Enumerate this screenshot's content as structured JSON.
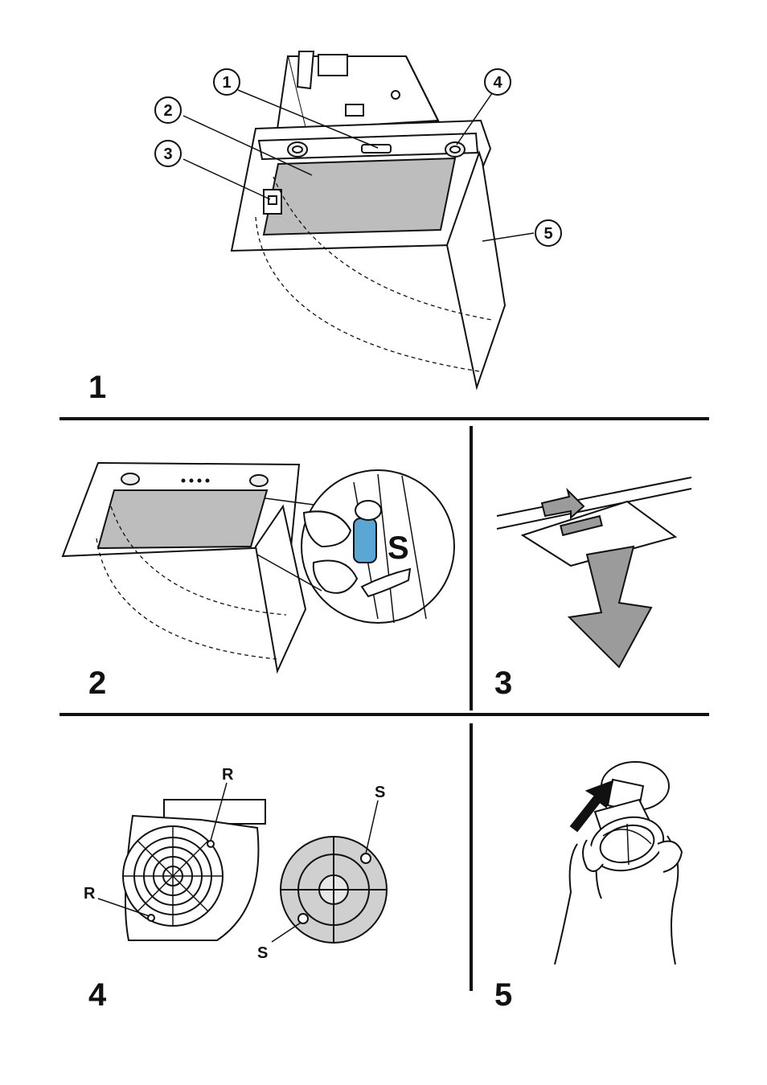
{
  "panels": {
    "p1": "1",
    "p2": "2",
    "p3": "3",
    "p4": "4",
    "p5": "5"
  },
  "callouts": {
    "c1": "1",
    "c2": "2",
    "c3": "3",
    "c4": "4",
    "c5": "5"
  },
  "labels": {
    "s_clip": "S",
    "r_top": "R",
    "r_left": "R",
    "s_top": "S",
    "s_bottom": "S"
  },
  "colors": {
    "filter_gray": "#bdbdbd",
    "clip_blue": "#5aa7d6",
    "arrow_gray": "#9b9b9b",
    "line": "#111111"
  }
}
